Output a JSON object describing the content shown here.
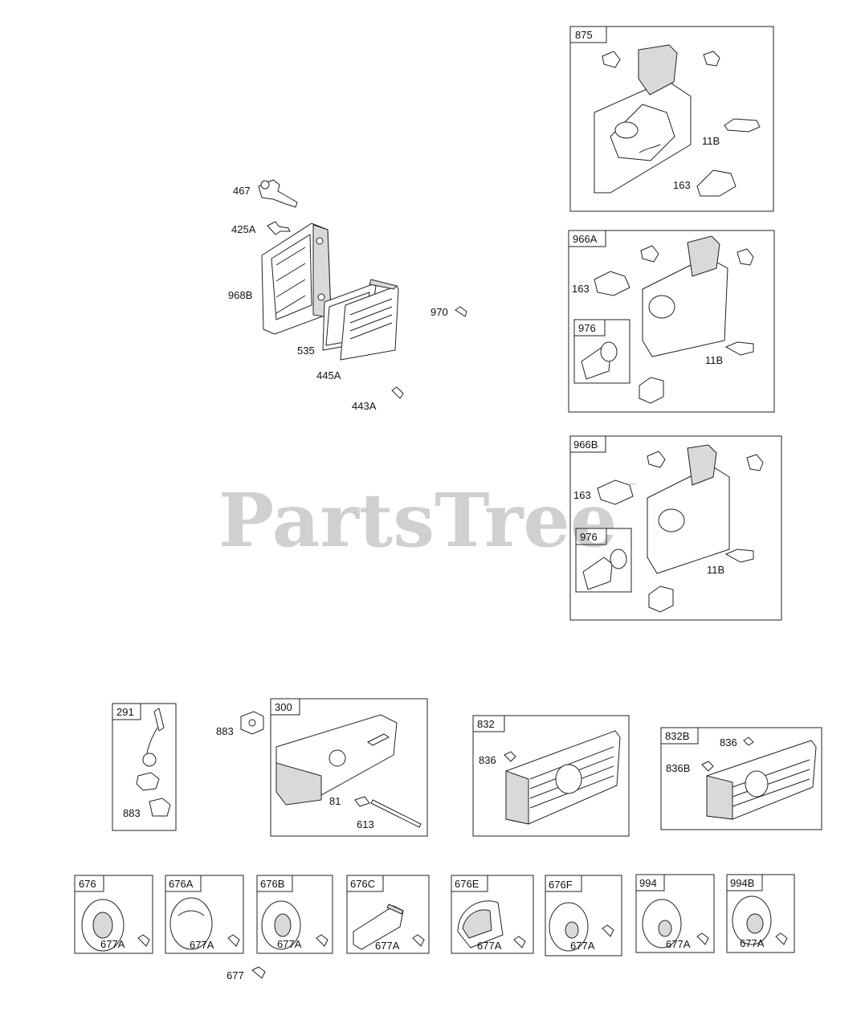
{
  "watermark": {
    "text": "PartsTree",
    "mark": "™"
  },
  "air_cleaner": {
    "labels": [
      "467",
      "425A",
      "968B",
      "535",
      "445A",
      "443A",
      "970"
    ]
  },
  "boxes": {
    "b875": {
      "title": "875",
      "labels": [
        "11B",
        "163"
      ]
    },
    "b966A": {
      "title": "966A",
      "labels": [
        "163",
        "11B"
      ],
      "sub": "976"
    },
    "b966B": {
      "title": "966B",
      "labels": [
        "163",
        "11B"
      ],
      "sub": "976"
    },
    "b291": {
      "title": "291",
      "labels": [
        "883"
      ]
    },
    "b300": {
      "title": "300",
      "labels": [
        "81",
        "613"
      ]
    },
    "b832": {
      "title": "832",
      "labels": [
        "836"
      ]
    },
    "b832B": {
      "title": "832B",
      "labels": [
        "836",
        "836B"
      ]
    }
  },
  "loose": {
    "l883": "883",
    "l677": "677"
  },
  "guards": [
    {
      "title": "676",
      "part": "677A"
    },
    {
      "title": "676A",
      "part": "677A"
    },
    {
      "title": "676B",
      "part": "677A"
    },
    {
      "title": "676C",
      "part": "677A"
    },
    {
      "title": "676E",
      "part": "677A"
    },
    {
      "title": "676F",
      "part": "677A"
    },
    {
      "title": "994",
      "part": "677A"
    },
    {
      "title": "994B",
      "part": "677A"
    }
  ]
}
